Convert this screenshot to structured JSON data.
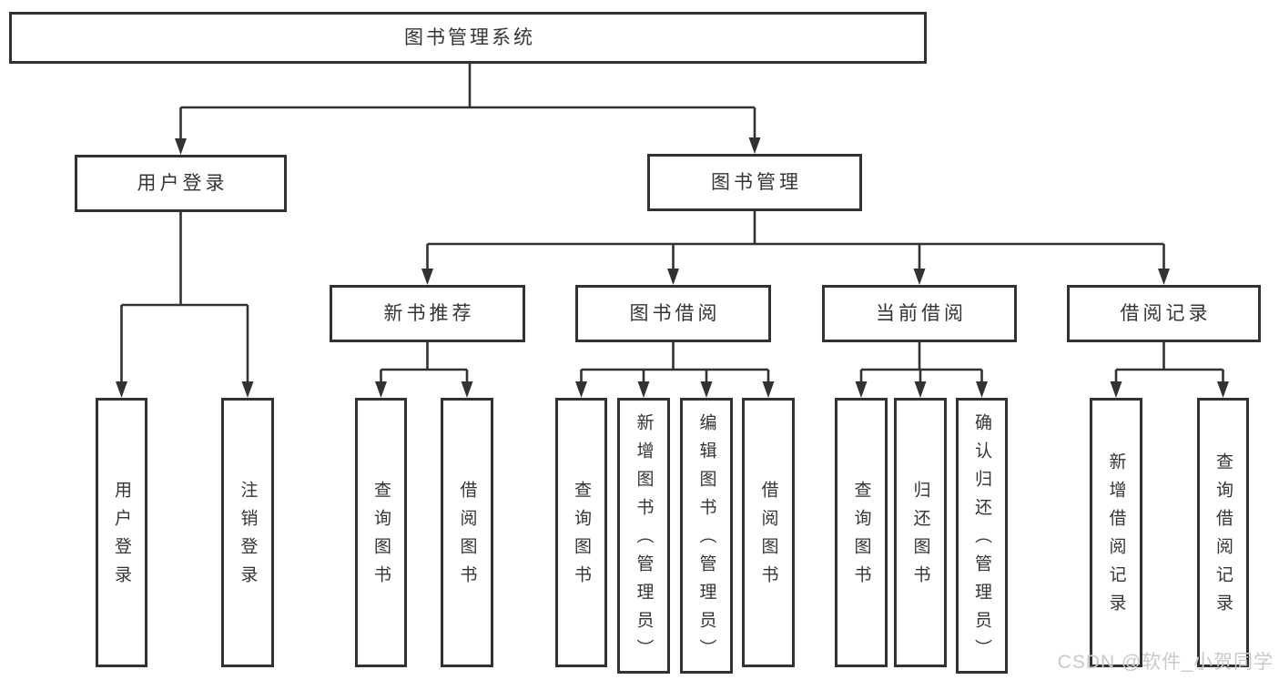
{
  "diagram": {
    "type": "tree",
    "title": "图书管理系统",
    "nodes": {
      "root": {
        "label": "图书管理系统"
      },
      "login": {
        "label": "用户登录"
      },
      "manage": {
        "label": "图书管理"
      },
      "recommend": {
        "label": "新书推荐"
      },
      "borrow": {
        "label": "图书借阅"
      },
      "current": {
        "label": "当前借阅"
      },
      "records": {
        "label": "借阅记录"
      },
      "leaf_login": {
        "label": "用户登录"
      },
      "leaf_logout": {
        "label": "注销登录"
      },
      "rec_query": {
        "label": "查询图书"
      },
      "rec_borrow": {
        "label": "借阅图书"
      },
      "bor_query": {
        "label": "查询图书"
      },
      "bor_add": {
        "label": "新增图书（管理员）"
      },
      "bor_edit": {
        "label": "编辑图书（管理员）"
      },
      "bor_borrow": {
        "label": "借阅图书"
      },
      "cur_query": {
        "label": "查询图书"
      },
      "cur_return": {
        "label": "归还图书"
      },
      "cur_confirm": {
        "label": "确认归还（管理员）"
      },
      "recd_add": {
        "label": "新增借阅记录"
      },
      "recd_query": {
        "label": "查询借阅记录"
      }
    },
    "hierarchy": {
      "图书管理系统": {
        "用户登录": [
          "用户登录",
          "注销登录"
        ],
        "图书管理": {
          "新书推荐": [
            "查询图书",
            "借阅图书"
          ],
          "图书借阅": [
            "查询图书",
            "新增图书（管理员）",
            "编辑图书（管理员）",
            "借阅图书"
          ],
          "当前借阅": [
            "查询图书",
            "归还图书",
            "确认归还（管理员）"
          ],
          "借阅记录": [
            "新增借阅记录",
            "查询借阅记录"
          ]
        }
      }
    },
    "colors": {
      "line": "#323232",
      "text": "#353535",
      "background": "#ffffff",
      "watermark": "#c9c9c9"
    }
  },
  "watermark": {
    "text": "CSDN @软件_小贺同学"
  }
}
